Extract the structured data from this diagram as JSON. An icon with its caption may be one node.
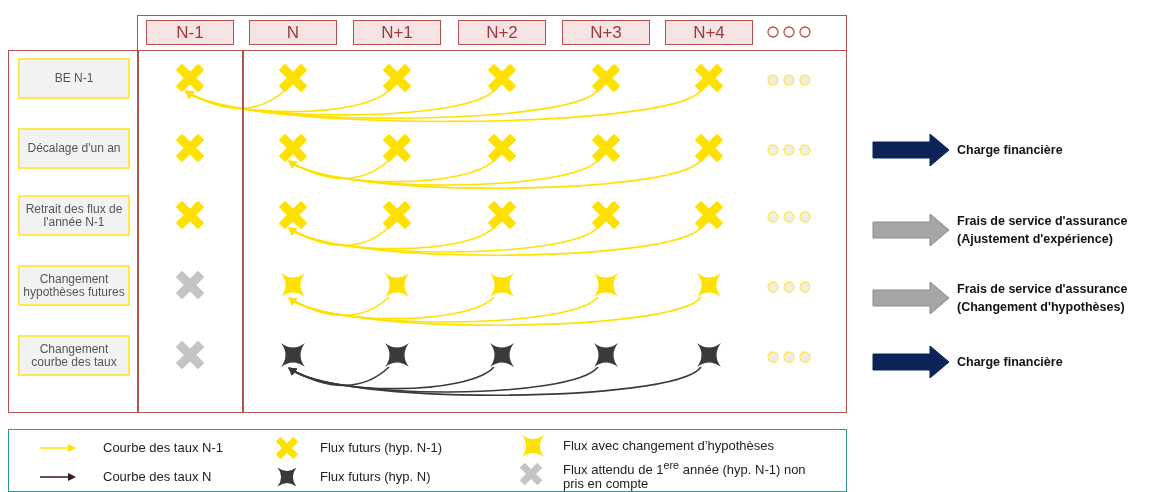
{
  "diagram": {
    "nodes": [
      {
        "text": [
          "N-1"
        ]
      },
      {
        "text": [
          "N"
        ]
      },
      {
        "text": [
          "N+1"
        ]
      },
      {
        "text": [
          "N+2"
        ]
      },
      {
        "text": [
          "N+3"
        ]
      },
      {
        "text": [
          "N+4"
        ]
      },
      {
        "text": [
          "BE N-1"
        ]
      },
      {
        "text": [
          "Décalage d'un an"
        ]
      },
      {
        "text": [
          "Retrait des flux de l'année N-1"
        ]
      },
      {
        "text": [
          "Changement hypothèses futures"
        ]
      },
      {
        "text": [
          "Changement courbe des taux"
        ]
      },
      {
        "text": [],
        "shape": "cross"
      },
      {
        "text": [],
        "shape": "cross"
      },
      {
        "text": [],
        "shape": "cross"
      },
      {
        "text": [],
        "shape": "cross"
      },
      {
        "text": [],
        "shape": "cross"
      },
      {
        "text": [],
        "shape": "cross"
      },
      {
        "text": [],
        "shape": "cross"
      },
      {
        "text": [],
        "shape": "cross"
      },
      {
        "text": [],
        "shape": "cross"
      },
      {
        "text": [],
        "shape": "cross"
      },
      {
        "text": [],
        "shape": "cross"
      },
      {
        "text": [],
        "shape": "cross"
      },
      {
        "text": [],
        "shape": "cross"
      },
      {
        "text": [],
        "shape": "cross"
      },
      {
        "text": [],
        "shape": "cross"
      },
      {
        "text": [],
        "shape": "cross"
      },
      {
        "text": [],
        "shape": "cross"
      },
      {
        "text": [],
        "shape": "cross"
      },
      {
        "text": [],
        "shape": "cross"
      },
      {
        "text": [],
        "shape": "cross"
      },
      {
        "text": [],
        "shape": "cross"
      },
      {
        "text": [],
        "shape": "cross"
      },
      {
        "text": [],
        "shape": "cross"
      },
      {
        "text": [],
        "shape": "cross"
      },
      {
        "text": [],
        "shape": "cross"
      },
      {
        "text": [],
        "shape": "cross"
      },
      {
        "text": [],
        "shape": "cross"
      },
      {
        "text": [],
        "shape": "cross"
      },
      {
        "text": [],
        "shape": "cross"
      },
      {
        "text": [],
        "shape": "cross"
      }
    ],
    "edges": [
      {
        "from": 12,
        "to": 11,
        "arrow": "to"
      },
      {
        "from": 13,
        "to": 11,
        "arrow": "to"
      },
      {
        "from": 14,
        "to": 11,
        "arrow": "to"
      },
      {
        "from": 15,
        "to": 11,
        "arrow": "to"
      },
      {
        "from": 16,
        "to": 11,
        "arrow": "to"
      },
      {
        "from": 19,
        "to": 18,
        "arrow": "to"
      },
      {
        "from": 20,
        "to": 18,
        "arrow": "to"
      },
      {
        "from": 21,
        "to": 18,
        "arrow": "to"
      },
      {
        "from": 22,
        "to": 18,
        "arrow": "to"
      },
      {
        "from": 25,
        "to": 24,
        "arrow": "to"
      },
      {
        "from": 26,
        "to": 24,
        "arrow": "to"
      },
      {
        "from": 27,
        "to": 24,
        "arrow": "to"
      },
      {
        "from": 28,
        "to": 24,
        "arrow": "to"
      },
      {
        "from": 31,
        "to": 30,
        "arrow": "to"
      },
      {
        "from": 32,
        "to": 30,
        "arrow": "to"
      },
      {
        "from": 33,
        "to": 30,
        "arrow": "to"
      },
      {
        "from": 34,
        "to": 30,
        "arrow": "to"
      },
      {
        "from": 37,
        "to": 36,
        "arrow": "to",
        "color": "#3a3a3a"
      },
      {
        "from": 38,
        "to": 36,
        "arrow": "to",
        "color": "#3a3a3a"
      },
      {
        "from": 39,
        "to": 36,
        "arrow": "to",
        "color": "#3a3a3a"
      },
      {
        "from": 40,
        "to": 36,
        "arrow": "to",
        "color": "#3a3a3a"
      }
    ],
    "labels": [
      "Charge financière",
      "Frais de service d'assurance (Ajustement d'expérience)",
      "Frais de service d'assurance (Changement d'hypothèses)",
      "Charge financière"
    ],
    "legend": [
      {
        "text": "Courbe des taux N-1"
      },
      {
        "text": "Courbe des taux N"
      },
      {
        "text": "Flux futurs (hyp. N-1)"
      },
      {
        "text": "Flux futurs (hyp. N)"
      },
      {
        "text": "Flux avec changement d’hypothèses"
      },
      {
        "text": "Flux attendu de 1$^{ere}$ année (hyp. N-1) non pris en compte"
      }
    ]
  }
}
